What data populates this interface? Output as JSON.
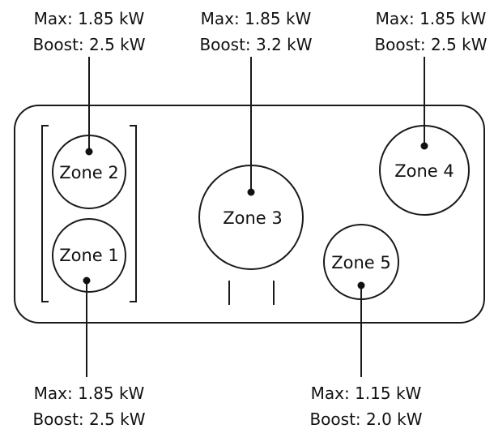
{
  "zones": [
    {
      "id": "zone-1",
      "name": "Zone 1",
      "max": "Max: 1.85 kW",
      "boost": "Boost: 2.5 kW"
    },
    {
      "id": "zone-2",
      "name": "Zone 2",
      "max": "Max: 1.85 kW",
      "boost": "Boost: 2.5 kW"
    },
    {
      "id": "zone-3",
      "name": "Zone 3",
      "max": "Max: 1.85 kW",
      "boost": "Boost: 3.2 kW"
    },
    {
      "id": "zone-4",
      "name": "Zone 4",
      "max": "Max: 1.85 kW",
      "boost": "Boost: 2.5 kW"
    },
    {
      "id": "zone-5",
      "name": "Zone 5",
      "max": "Max: 1.15 kW",
      "boost": "Boost: 2.0 kW"
    }
  ]
}
